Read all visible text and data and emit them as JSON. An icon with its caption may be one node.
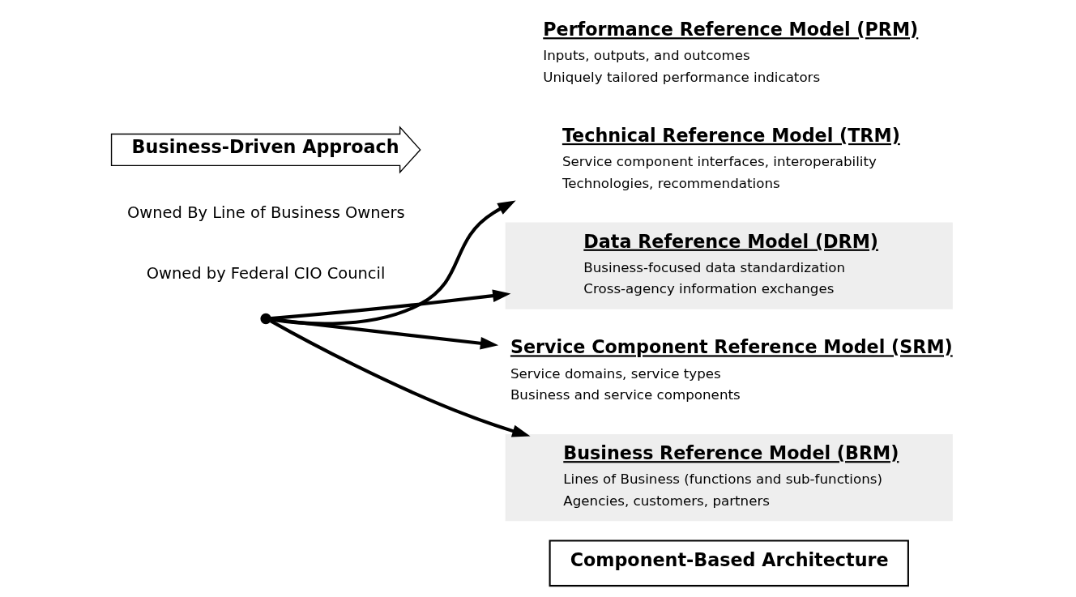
{
  "diagram": {
    "nodes": [
      {
        "text": [
          "Business-Driven Approach"
        ]
      },
      {
        "text": [
          "Owned By Line of Business Owners"
        ]
      },
      {
        "text": [],
        "shape": "circle"
      },
      {
        "text": [
          "Performance Reference Model (PRM)",
          "Inputs, outputs, and outcomes",
          "Uniquely tailored performance indicators"
        ]
      },
      {
        "text": [
          "Business Reference Model (BRM)",
          "Lines of Business (functions and sub-functions)",
          "Agencies, customers, partners"
        ]
      },
      {
        "text": [
          "Service Component Reference Model (SRM)",
          "Service domains, service types",
          "Business and service components"
        ]
      },
      {
        "text": [
          "Owned by Federal CIO Council"
        ]
      },
      {
        "text": [
          "Data Reference Model (DRM)",
          "Business-focused data standardization",
          "Cross-agency information exchanges"
        ]
      },
      {
        "text": [
          "Technical Reference Model (TRM)",
          "Service component interfaces, interoperability",
          "Technologies, recommendations"
        ]
      },
      {
        "text": [
          "Component-Based Architecture"
        ]
      }
    ],
    "edges": [
      {
        "from": 2,
        "to": 4,
        "arrow": "to"
      },
      {
        "from": 2,
        "to": 5,
        "arrow": "to"
      },
      {
        "from": 2,
        "to": 7,
        "arrow": "to"
      },
      {
        "from": 2,
        "to": 8,
        "arrow": "to"
      }
    ]
  }
}
